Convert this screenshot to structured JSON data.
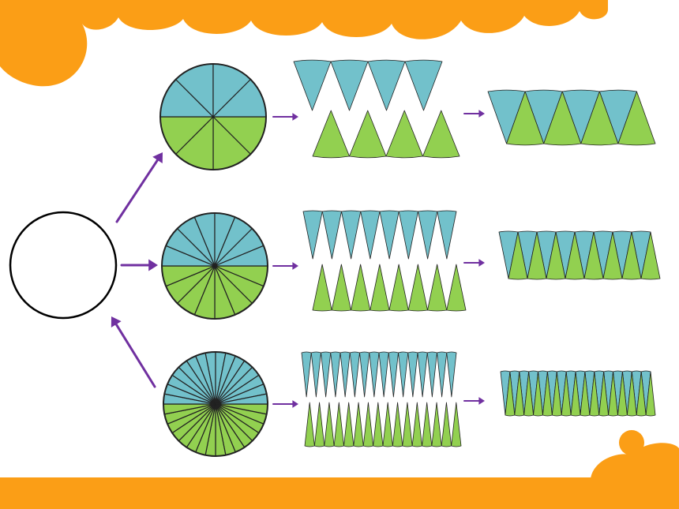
{
  "colors": {
    "orange": "#FB9E16",
    "blue": "#72C1CB",
    "green": "#92D050",
    "arrow": "#7030A0",
    "outline": "#222222"
  },
  "diagram": {
    "source_circle": {
      "sectors": 0
    },
    "rows": [
      {
        "name": "row-8-sectors",
        "sectors": 8
      },
      {
        "name": "row-16-sectors",
        "sectors": 16
      },
      {
        "name": "row-32-sectors",
        "sectors": 32
      }
    ]
  }
}
